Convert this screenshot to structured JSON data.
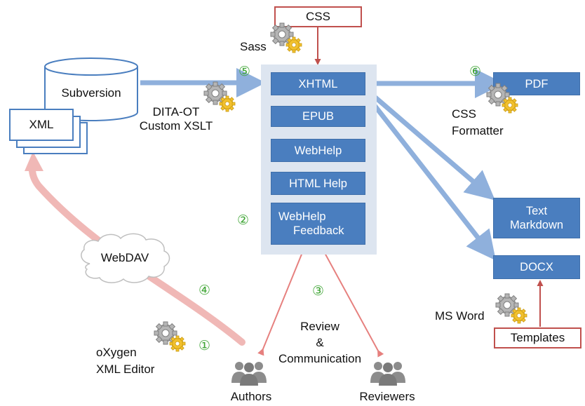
{
  "repository": {
    "label": "Subversion"
  },
  "xml": {
    "label": "XML"
  },
  "dita": {
    "line1": "DITA-OT",
    "line2": "Custom XSLT"
  },
  "sass": {
    "label": "Sass"
  },
  "css_top": {
    "label": "CSS"
  },
  "outputs": {
    "xhtml": "XHTML",
    "epub": "EPUB",
    "webhelp": "WebHelp",
    "htmlhelp": "HTML Help",
    "webhelp_feedback": {
      "line1": "WebHelp",
      "line2": "Feedback"
    }
  },
  "right": {
    "pdf": "PDF",
    "css_formatter": {
      "line1": "CSS",
      "line2": "Formatter"
    },
    "text_markdown": {
      "line1": "Text",
      "line2": "Markdown"
    },
    "docx": "DOCX",
    "ms_word": "MS Word",
    "templates": "Templates"
  },
  "webdav": {
    "label": "WebDAV"
  },
  "editor": {
    "line1": "oXygen",
    "line2": "XML Editor"
  },
  "review": {
    "line1": "Review",
    "line2": "&",
    "line3": "Communication"
  },
  "people": {
    "authors": "Authors",
    "reviewers": "Reviewers"
  },
  "steps": {
    "s1": "①",
    "s2": "②",
    "s3": "③",
    "s4": "④",
    "s5": "⑤",
    "s6": "⑥"
  },
  "colors": {
    "blue": "#4a7ebf",
    "red": "#c0504d",
    "green": "#3fa535",
    "panel": "#dde5f0",
    "gear_yellow": "#f2c12e"
  }
}
